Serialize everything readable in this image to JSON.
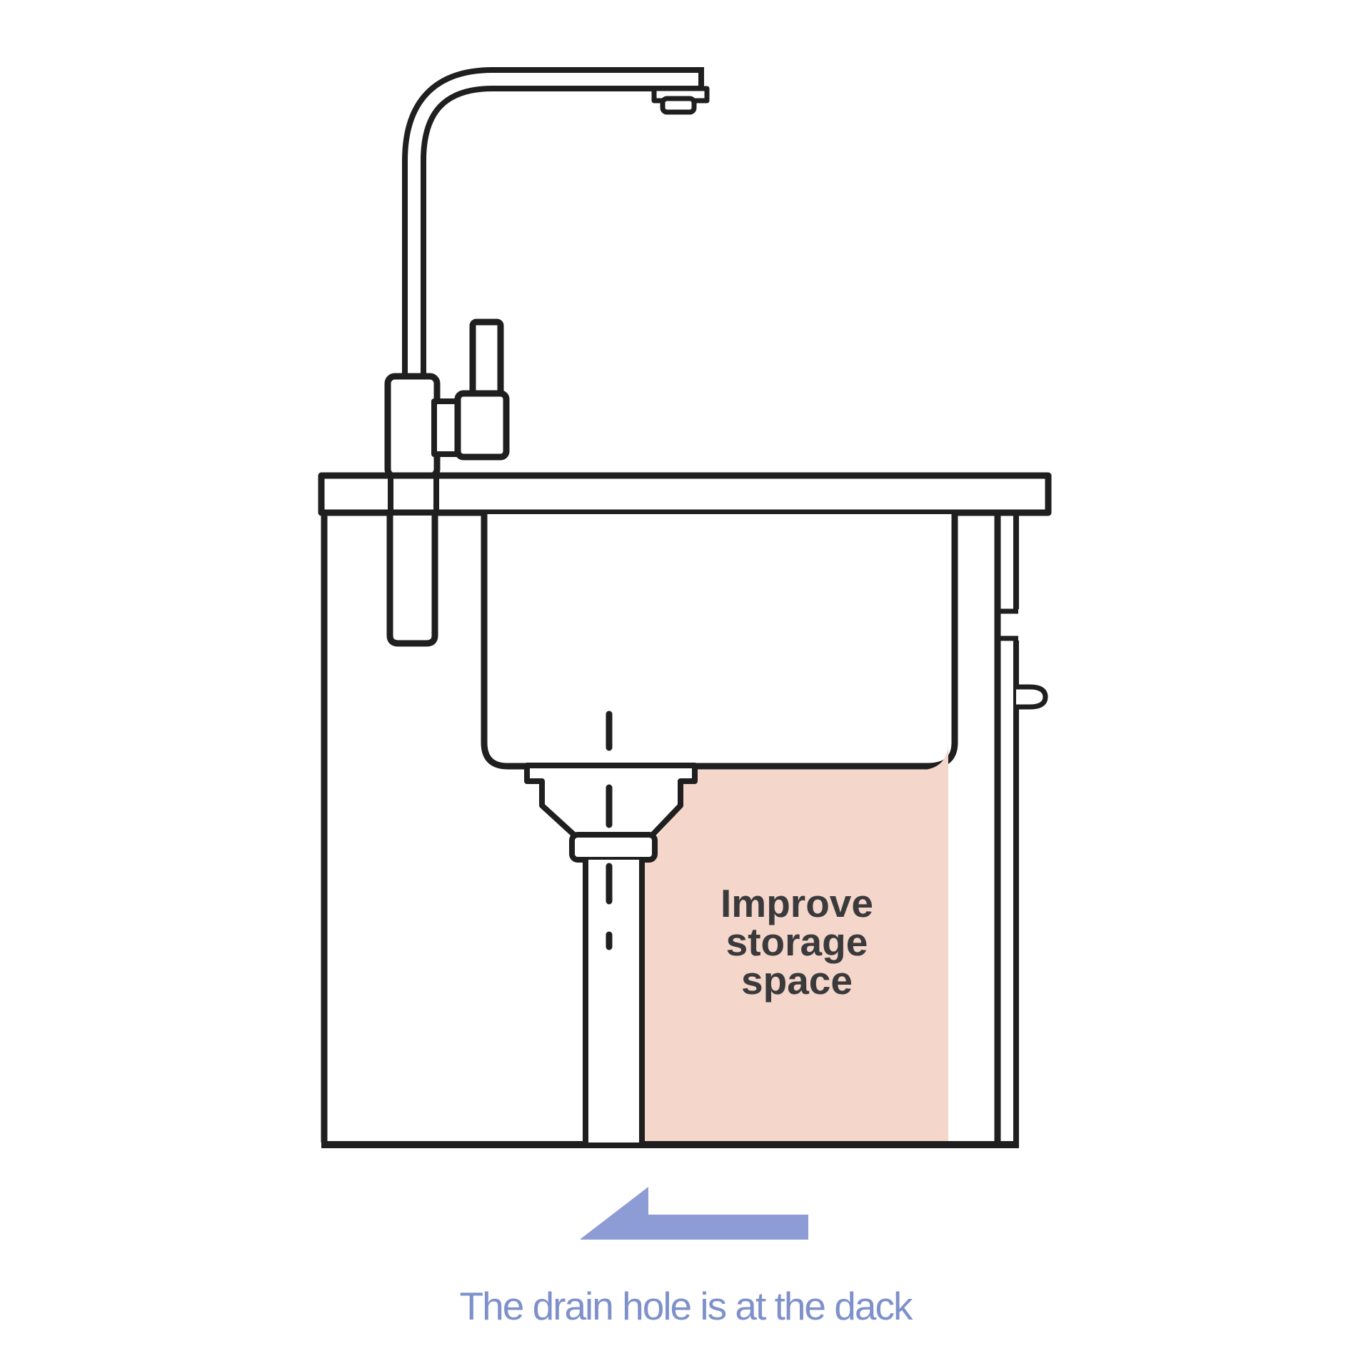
{
  "figure": {
    "alt": "Line drawing of a kitchen sink cross-section: faucet on countertop, sink bowl with rear drain pipe, shaded area under the sink",
    "highlight": {
      "lines": [
        "Improve",
        "storage",
        "space"
      ]
    },
    "caption": "The drain hole is at the dack",
    "arrow": {
      "icon": "left-arrow",
      "direction": "left"
    }
  },
  "colors": {
    "highlight_pink": "#f4d6ca",
    "arrow_blue": "#8e9cd5",
    "caption_blue": "#7e91cb",
    "label_dark": "#3a3a3c",
    "line_ink": "#1f1f1f"
  }
}
